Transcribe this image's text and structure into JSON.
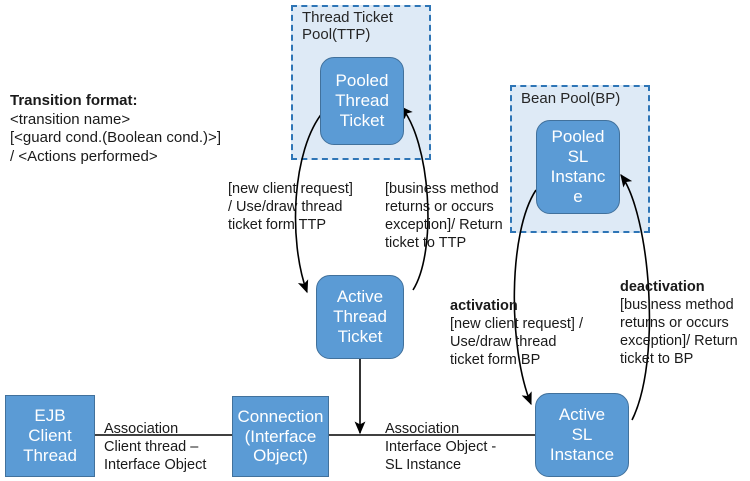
{
  "diagram": {
    "title_legend": {
      "heading": "Transition format:",
      "body": "<transition name>\n[<guard cond.(Boolean cond.)>]\n/ <Actions performed>"
    },
    "pools": [
      {
        "id": "ttp",
        "label": "Thread Ticket\nPool(TTP)"
      },
      {
        "id": "bp",
        "label": "Bean Pool(BP)"
      }
    ],
    "nodes": [
      {
        "id": "pooled-thread-ticket",
        "label": "Pooled\nThread\nTicket"
      },
      {
        "id": "pooled-sl-instance",
        "label": "Pooled\nSL\nInstanc\ne"
      },
      {
        "id": "active-thread-ticket",
        "label": "Active\nThread\nTicket"
      },
      {
        "id": "active-sl-instance",
        "label": "Active\nSL\nInstance"
      },
      {
        "id": "ejb-client-thread",
        "label": "EJB\nClient\nThread"
      },
      {
        "id": "connection-interface-object",
        "label": "Connection\n(Interface\nObject)"
      }
    ],
    "transitions": [
      {
        "id": "ttp-take",
        "text": "[new client request]\n/ Use/draw thread\nticket form TTP"
      },
      {
        "id": "ttp-return",
        "text": "[business method\nreturns or occurs\nexception]/ Return\nticket to TTP"
      },
      {
        "id": "bp-activation",
        "heading": "activation",
        "text": "[new client request] /\nUse/draw thread\nticket form BP"
      },
      {
        "id": "bp-deactivation",
        "heading": "deactivation",
        "text": "[business method\nreturns or occurs\nexception]/ Return\nticket to BP"
      }
    ],
    "associations": [
      {
        "id": "assoc-client-interface",
        "text": "Association\nClient thread –\nInterface Object"
      },
      {
        "id": "assoc-interface-sl",
        "text": "Association\nInterface Object -\nSL Instance"
      }
    ],
    "colors": {
      "node_fill": "#5B9BD5",
      "node_stroke": "#41719C",
      "pool_fill": "#DEEAF6",
      "pool_stroke": "#2E75B6",
      "line": "#000000",
      "text": "#1a1a1a"
    }
  }
}
